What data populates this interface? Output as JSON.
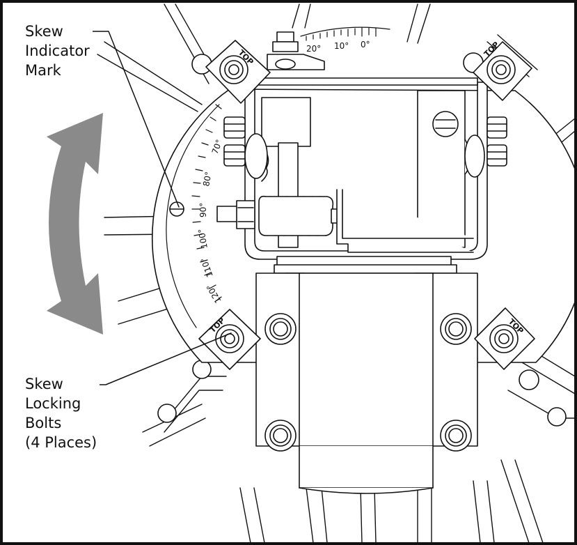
{
  "callouts": {
    "skew_indicator": [
      "Skew",
      "Indicator",
      "Mark"
    ],
    "skew_locking_bolts": [
      "Skew",
      "Locking",
      "Bolts",
      "(4 Places)"
    ]
  },
  "dial": {
    "left_scale": [
      "70°",
      "80°",
      "90°",
      "100°",
      "110°",
      "120°"
    ],
    "top_scale": [
      "20°",
      "10°",
      "0°"
    ]
  },
  "bracket_label": "TOP",
  "colors": {
    "line": "#111111",
    "arrow": "#8a8a8a",
    "background": "#ffffff"
  },
  "icons": {
    "rotation_arrow": "double-headed-curved-arrow-icon"
  }
}
